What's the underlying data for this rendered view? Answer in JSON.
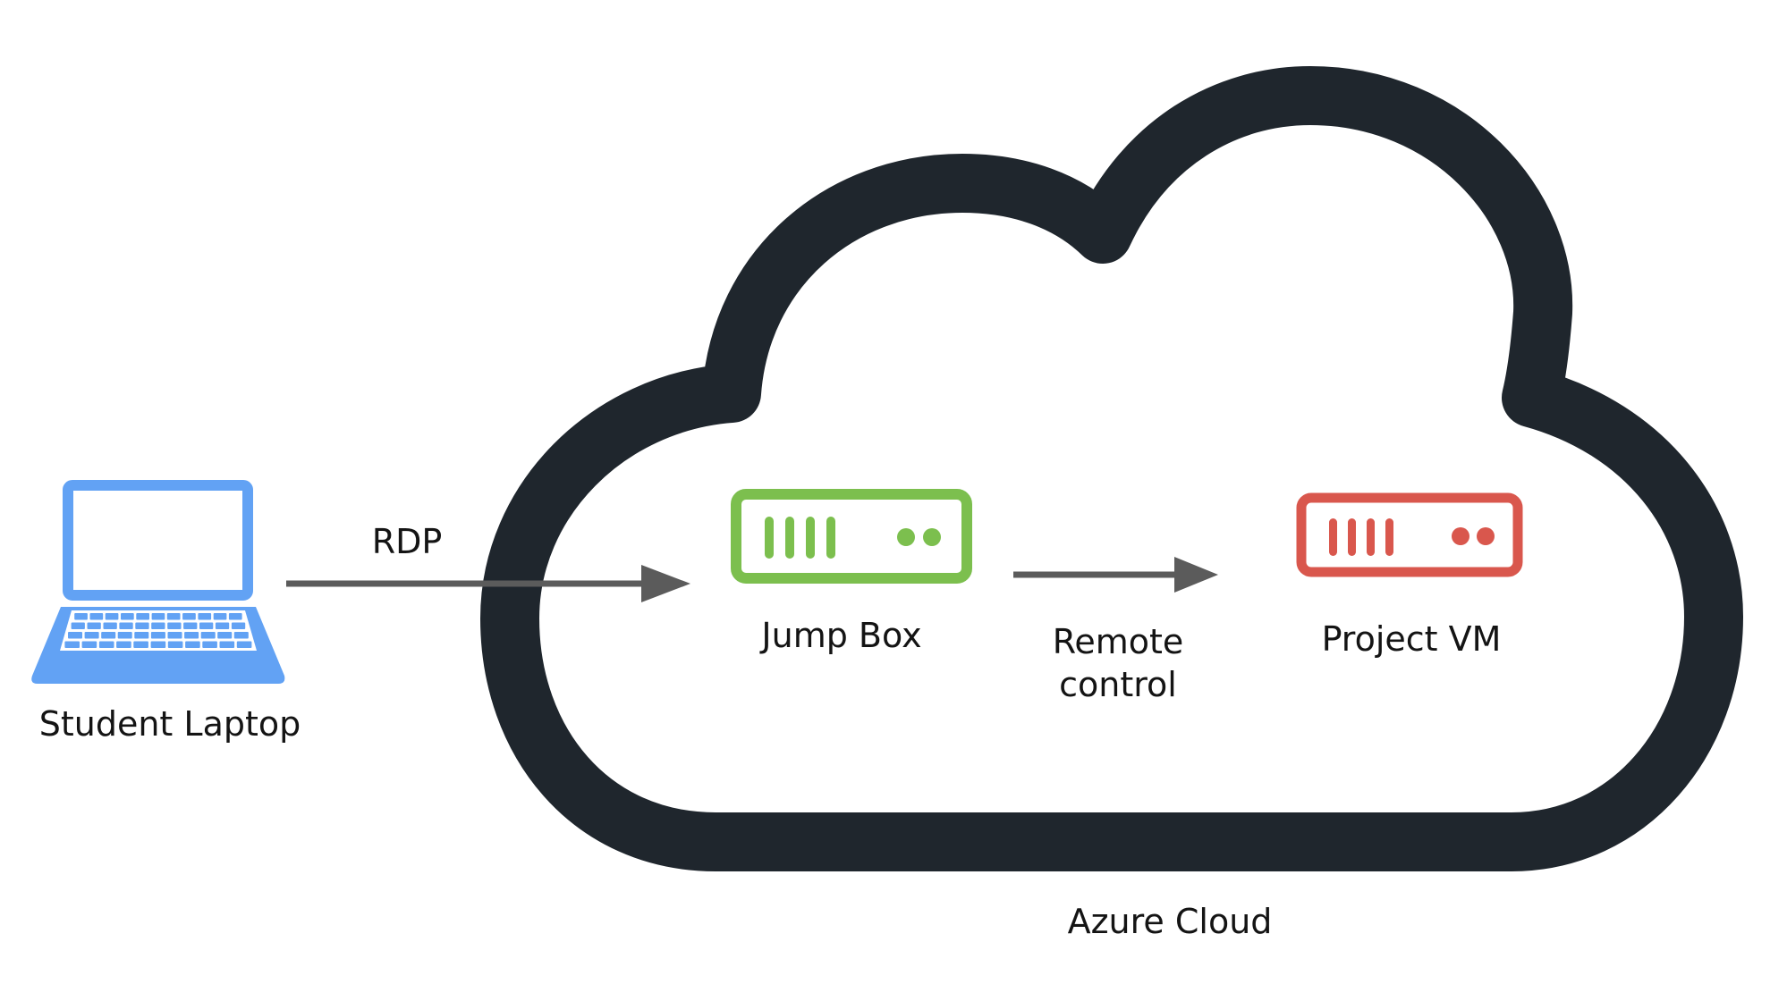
{
  "diagram": {
    "nodes": [
      {
        "id": "student-laptop",
        "label": "Student Laptop",
        "icon": "laptop-icon",
        "color": "#62a2f4"
      },
      {
        "id": "jump-box",
        "label": "Jump Box",
        "icon": "server-icon",
        "color": "#7cbf4e"
      },
      {
        "id": "project-vm",
        "label": "Project VM",
        "icon": "server-icon",
        "color": "#d9574d"
      }
    ],
    "container": {
      "id": "azure-cloud",
      "label": "Azure Cloud",
      "icon": "cloud-icon",
      "color": "#1f262d"
    },
    "edges": [
      {
        "from": "student-laptop",
        "to": "jump-box",
        "label": "RDP",
        "color": "#5b5b5b"
      },
      {
        "from": "jump-box",
        "to": "project-vm",
        "label_line1": "Remote",
        "label_line2": "control",
        "color": "#5b5b5b"
      }
    ]
  }
}
